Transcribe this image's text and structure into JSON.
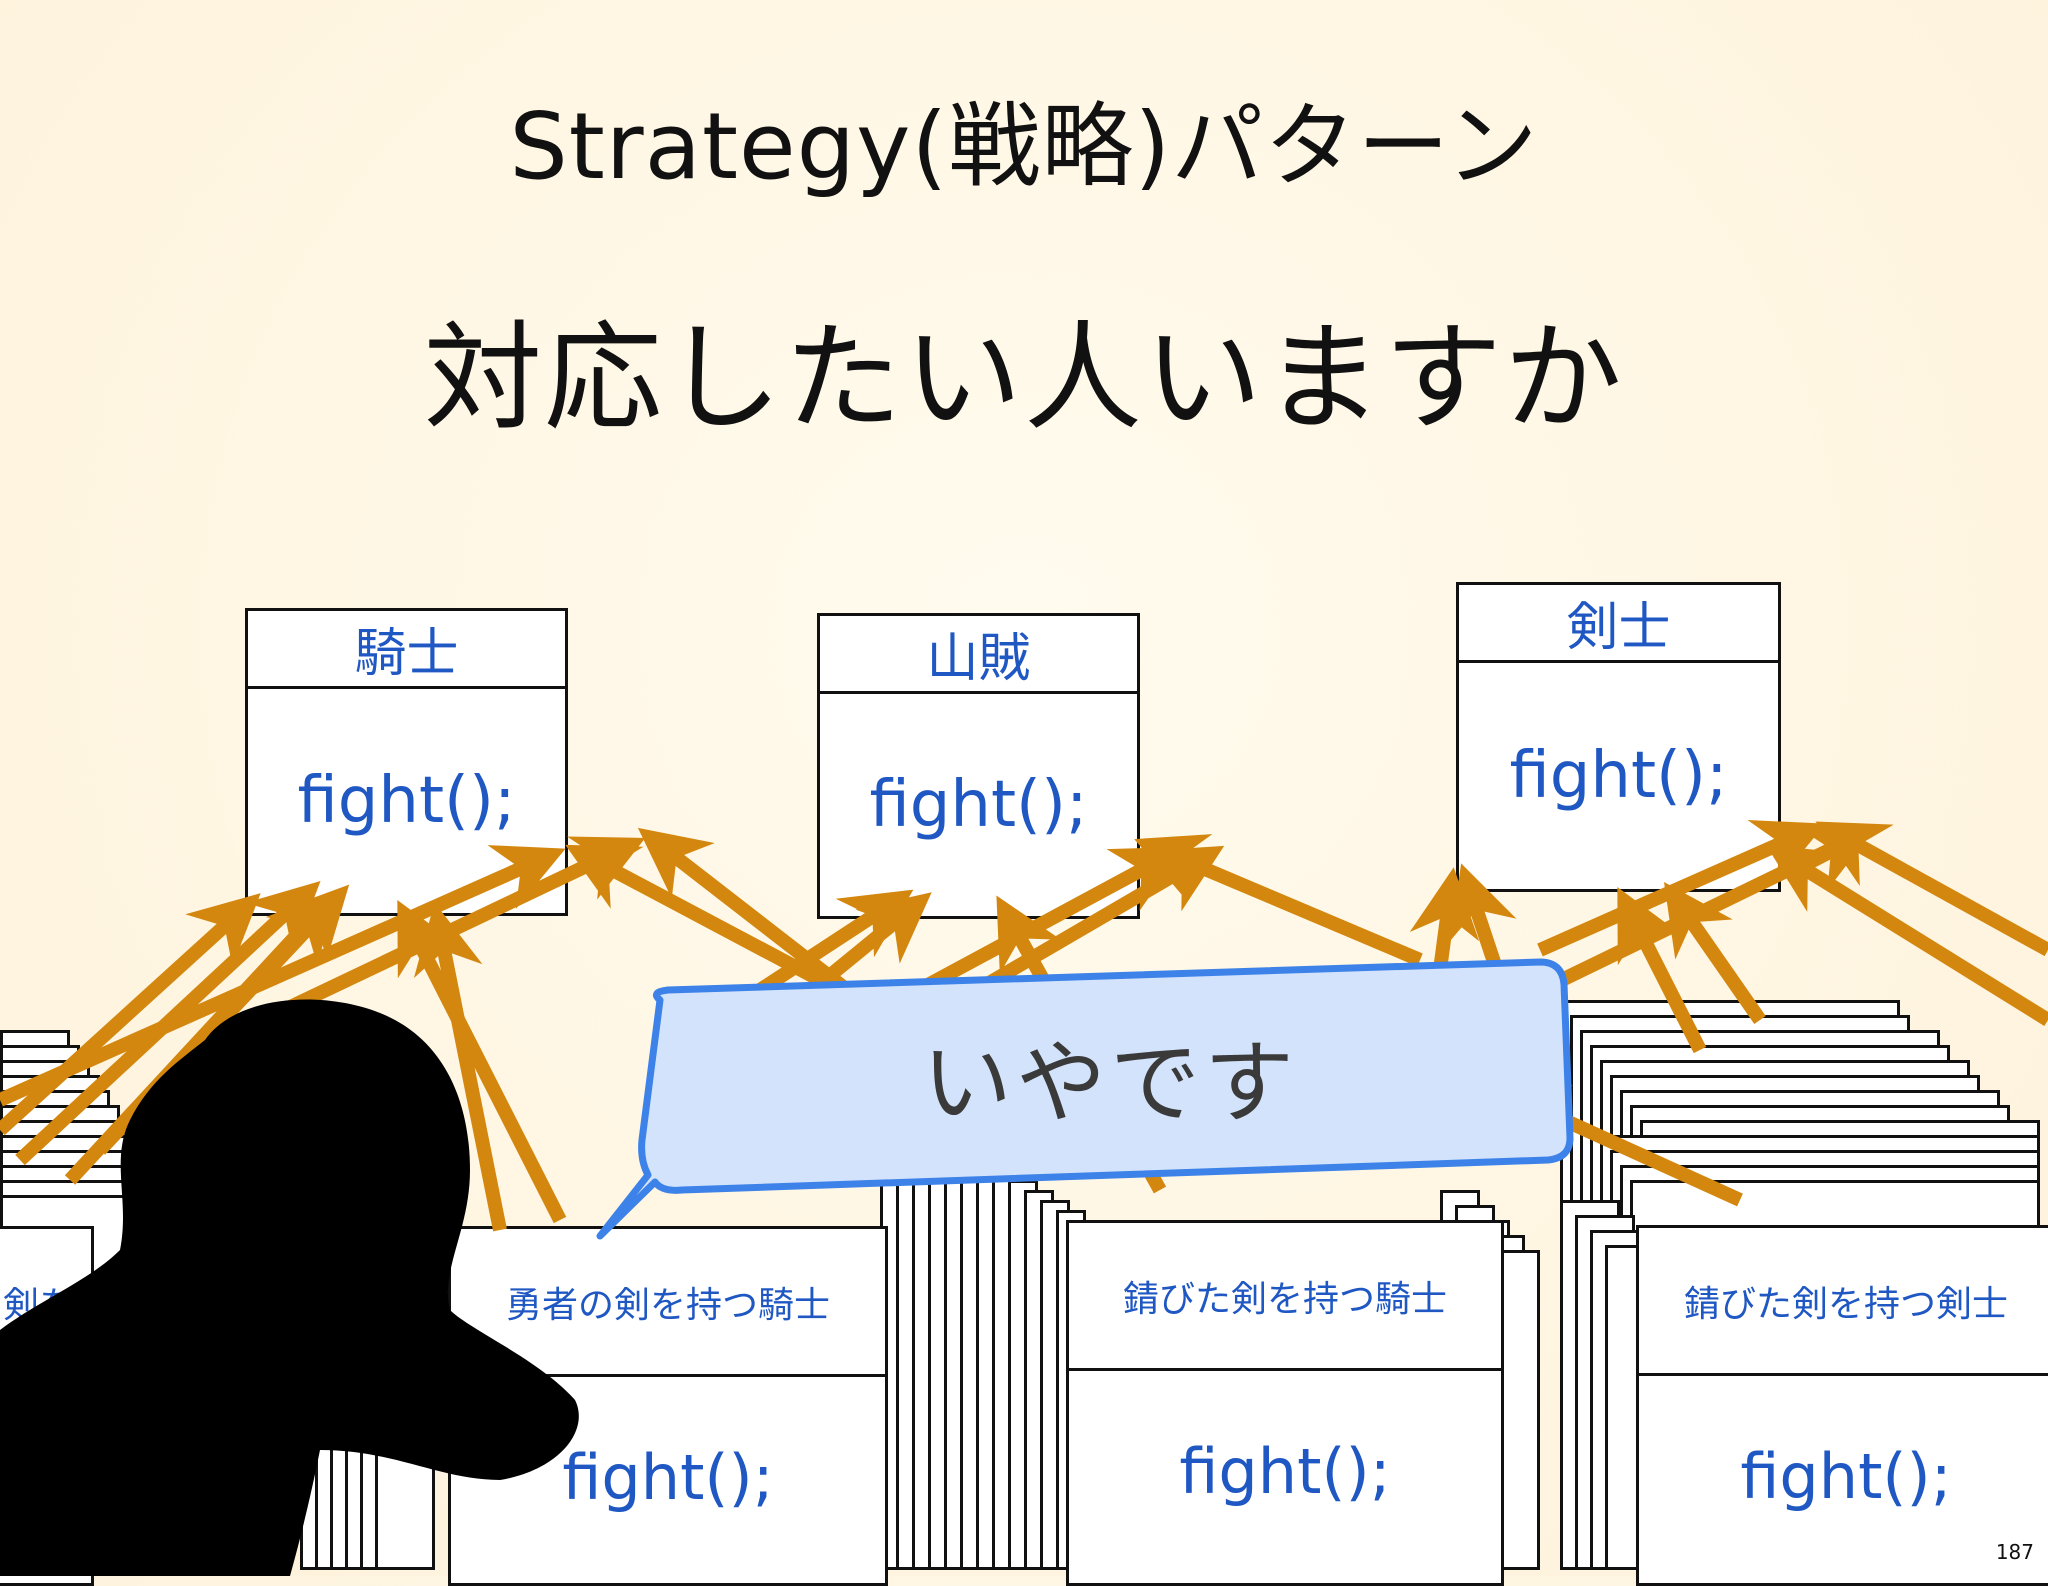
{
  "slide": {
    "title": "Strategy(戦略)パターン",
    "subtitle": "対応したい人いますか",
    "page_number": "187"
  },
  "classes_top": [
    {
      "name": "騎士",
      "method": "fight();"
    },
    {
      "name": "山賊",
      "method": "fight();"
    },
    {
      "name": "剣士",
      "method": "fight();"
    }
  ],
  "classes_bottom": [
    {
      "name": "剣を",
      "method": ""
    },
    {
      "name": "勇者の剣を持つ騎士",
      "method": "fight();"
    },
    {
      "name": "錆びた剣を持つ騎士",
      "method": "fight();"
    },
    {
      "name": "錆びた剣を持つ剣士",
      "method": "fight();"
    }
  ],
  "speech_bubble": {
    "text": "いやです"
  },
  "colors": {
    "arrow": "#d4870e",
    "class_text": "#1f57c3",
    "bubble_fill": "#d3e3fb",
    "bubble_border": "#3d82e8",
    "silhouette": "#000000"
  }
}
